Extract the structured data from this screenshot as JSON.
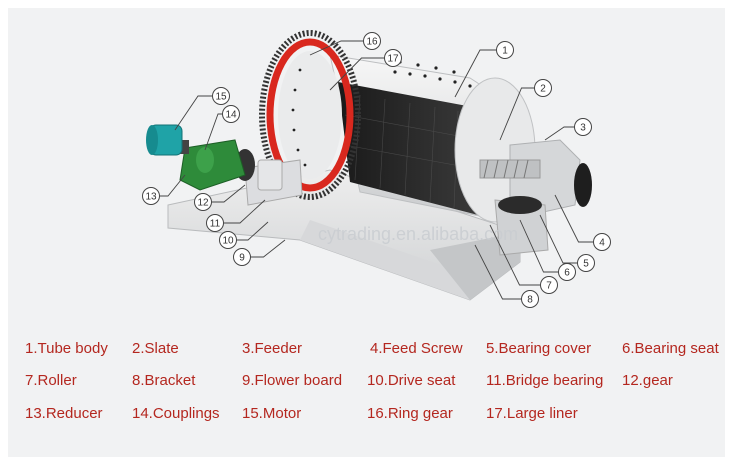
{
  "watermark": "cytrading.en.alibaba.com",
  "colors": {
    "legend_text": "#b4271f",
    "callout_line": "#444444",
    "ring_gear": "#d9281e",
    "motor": "#1fa3a7",
    "reducer": "#2e8b3a",
    "base": "#e4e5e6",
    "liner": "#2a2a2a"
  },
  "callouts": [
    "1",
    "2",
    "3",
    "4",
    "5",
    "6",
    "7",
    "8",
    "9",
    "10",
    "11",
    "12",
    "13",
    "14",
    "15",
    "16",
    "17"
  ],
  "legend": [
    [
      {
        "label": "1.Tube body"
      },
      {
        "label": "2.Slate"
      },
      {
        "label": "3.Feeder"
      },
      {
        "label": "4.Feed Screw"
      },
      {
        "label": "5.Bearing cover"
      },
      {
        "label": "6.Bearing seat"
      }
    ],
    [
      {
        "label": "7.Roller"
      },
      {
        "label": "8.Bracket"
      },
      {
        "label": "9.Flower board"
      },
      {
        "label": "10.Drive seat"
      },
      {
        "label": "11.Bridge bearing"
      },
      {
        "label": "12.gear"
      }
    ],
    [
      {
        "label": "13.Reducer"
      },
      {
        "label": "14.Couplings"
      },
      {
        "label": "15.Motor"
      },
      {
        "label": "16.Ring gear"
      },
      {
        "label": "17.Large liner"
      }
    ]
  ]
}
